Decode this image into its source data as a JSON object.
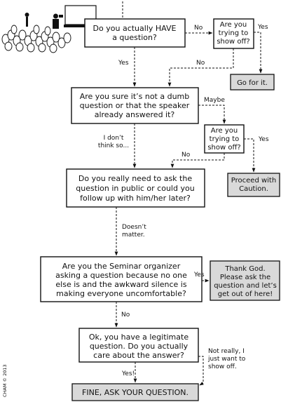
{
  "nodes": {
    "q1": [
      "Do you actually HAVE",
      "a question?"
    ],
    "showoff1": [
      "Are you",
      "trying to",
      "show off?"
    ],
    "goforit": "Go for it.",
    "q2": [
      "Are you sure it’s not a dumb",
      "question or that the speaker",
      "already answered it?"
    ],
    "showoff2": [
      "Are you",
      "trying to",
      "show off?"
    ],
    "proceed": [
      "Proceed with",
      "Caution."
    ],
    "q3": [
      "Do you really need to ask the",
      "question in public or could you",
      "follow up with him/her later?"
    ],
    "q4": [
      "Are you the Seminar organizer",
      "asking a question because no one",
      "else is and the awkward silence is",
      "making everyone uncomfortable?"
    ],
    "thankgod": [
      "Thank God.",
      "Please ask the",
      "question and let’s",
      "get out of here!"
    ],
    "q5": [
      "Ok, you have a legitimate",
      "question. Do you actually",
      "care about the answer?"
    ],
    "final": "FINE, ASK YOUR QUESTION."
  },
  "edge_labels": {
    "q1_no": "No",
    "showoff1_yes": "Yes",
    "showoff1_no": "No",
    "q1_yes": "Yes",
    "q2_maybe": "Maybe",
    "q2_dontthink": [
      "I don’t",
      "think so..."
    ],
    "showoff2_yes": "Yes",
    "showoff2_no": "No",
    "q3_doesnt": [
      "Doesn’t",
      "matter."
    ],
    "q4_yes": "Yes",
    "q4_no": "No",
    "q5_yes": "Yes!",
    "q5_notreally": [
      "Not really, I",
      "just want to",
      "show off."
    ]
  },
  "credit": "CHAM © 2013"
}
